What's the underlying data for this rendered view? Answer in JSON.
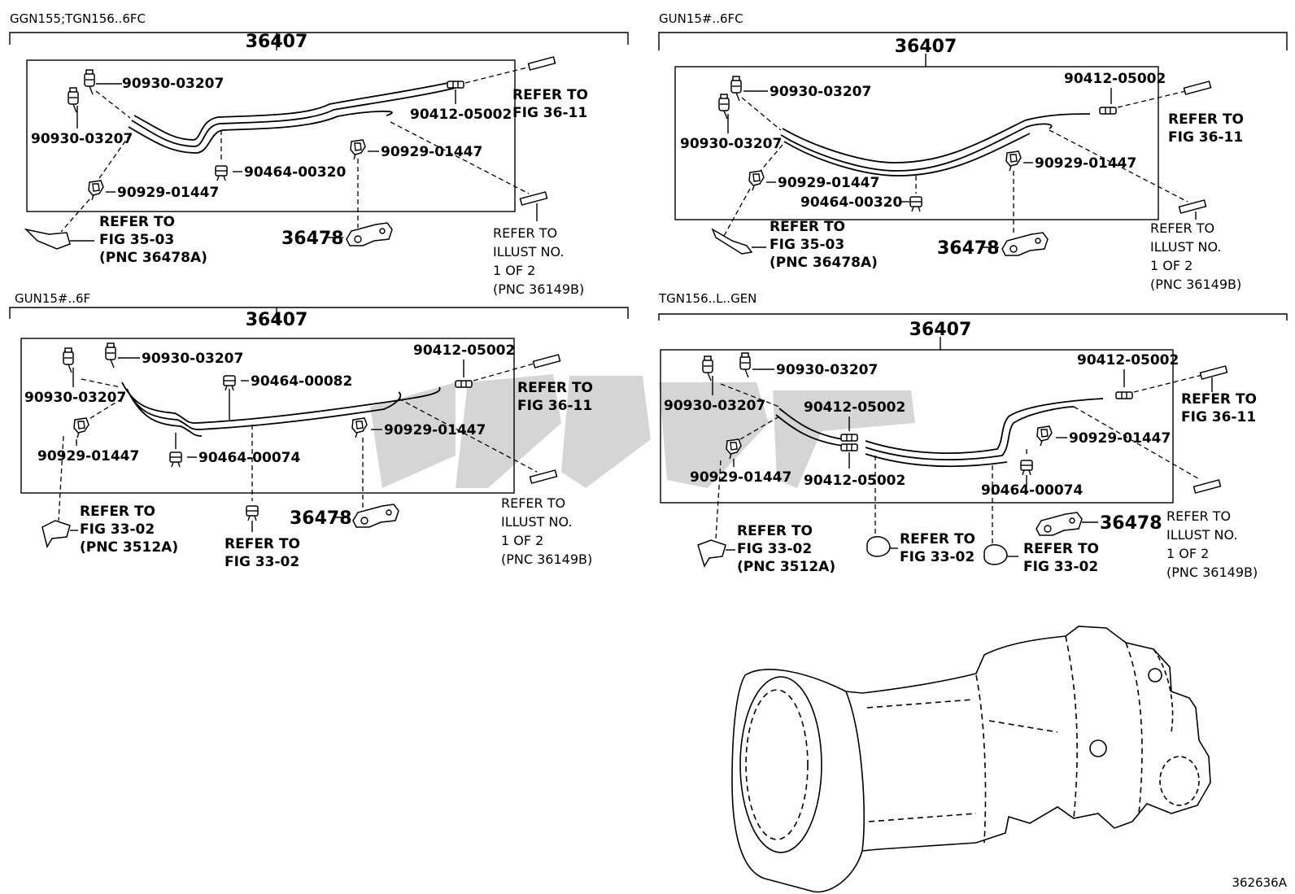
{
  "panels": [
    {
      "caption": "GGN155;TGN156..6FC",
      "assembly": "36407",
      "labels": {
        "hose_end_a": "90930-03207",
        "hose_end_b": "90930-03207",
        "union": "90412-05002",
        "clip_a": "90929-01447",
        "clip_b": "90929-01447",
        "clamp": "90464-00320",
        "bracket": "36478"
      },
      "ref_right": [
        "REFER TO",
        "FIG 36-11"
      ],
      "ref_left": [
        "REFER TO",
        "FIG 35-03",
        "(PNC 36478A)"
      ],
      "ref_illust": [
        "REFER TO",
        "ILLUST NO.",
        "1 OF 2",
        "(PNC 36149B)"
      ]
    },
    {
      "caption": "GUN15#..6FC",
      "assembly": "36407",
      "labels": {
        "hose_end_a": "90930-03207",
        "hose_end_b": "90930-03207",
        "union": "90412-05002",
        "clip_a": "90929-01447",
        "clip_b": "90929-01447",
        "clamp": "90464-00320",
        "bracket": "36478"
      },
      "ref_right": [
        "REFER TO",
        "FIG 36-11"
      ],
      "ref_left": [
        "REFER TO",
        "FIG 35-03",
        "(PNC 36478A)"
      ],
      "ref_illust": [
        "REFER TO",
        "ILLUST NO.",
        "1 OF 2",
        "(PNC 36149B)"
      ]
    },
    {
      "caption": "GUN15#..6F",
      "assembly": "36407",
      "labels": {
        "hose_end_a": "90930-03207",
        "hose_end_b": "90930-03207",
        "union": "90412-05002",
        "clip_a": "90929-01447",
        "clip_b": "90929-01447",
        "clamp_a": "90464-00082",
        "clamp_b": "90464-00074",
        "bracket": "36478"
      },
      "ref_right": [
        "REFER TO",
        "FIG 36-11"
      ],
      "ref_left": [
        "REFER TO",
        "FIG 33-02",
        "(PNC 3512A)"
      ],
      "ref_mid": [
        "REFER TO",
        "FIG 33-02"
      ],
      "ref_illust": [
        "REFER TO",
        "ILLUST NO.",
        "1 OF 2",
        "(PNC 36149B)"
      ]
    },
    {
      "caption": "TGN156..L..GEN",
      "assembly": "36407",
      "labels": {
        "hose_end_a": "90930-03207",
        "hose_end_b": "90930-03207",
        "union_a": "90412-05002",
        "union_b": "90412-05002",
        "union_c": "90412-05002",
        "clip_a": "90929-01447",
        "clip_b": "90929-01447",
        "clamp": "90464-00074",
        "bracket": "36478"
      },
      "ref_right": [
        "REFER TO",
        "FIG 36-11"
      ],
      "ref_left": [
        "REFER TO",
        "FIG 33-02",
        "(PNC 3512A)"
      ],
      "ref_mid_a": [
        "REFER TO",
        "FIG 33-02"
      ],
      "ref_mid_b": [
        "REFER TO",
        "FIG 33-02"
      ],
      "ref_illust": [
        "REFER TO",
        "ILLUST NO.",
        "1 OF 2",
        "(PNC 36149B)"
      ]
    }
  ],
  "illustration_id": "362636A",
  "icons": [
    "bleeder-plug-icon",
    "hose-clip-icon",
    "tube-clamp-icon",
    "bracket-icon",
    "transmission-icon",
    "watermark-logo-icon"
  ]
}
